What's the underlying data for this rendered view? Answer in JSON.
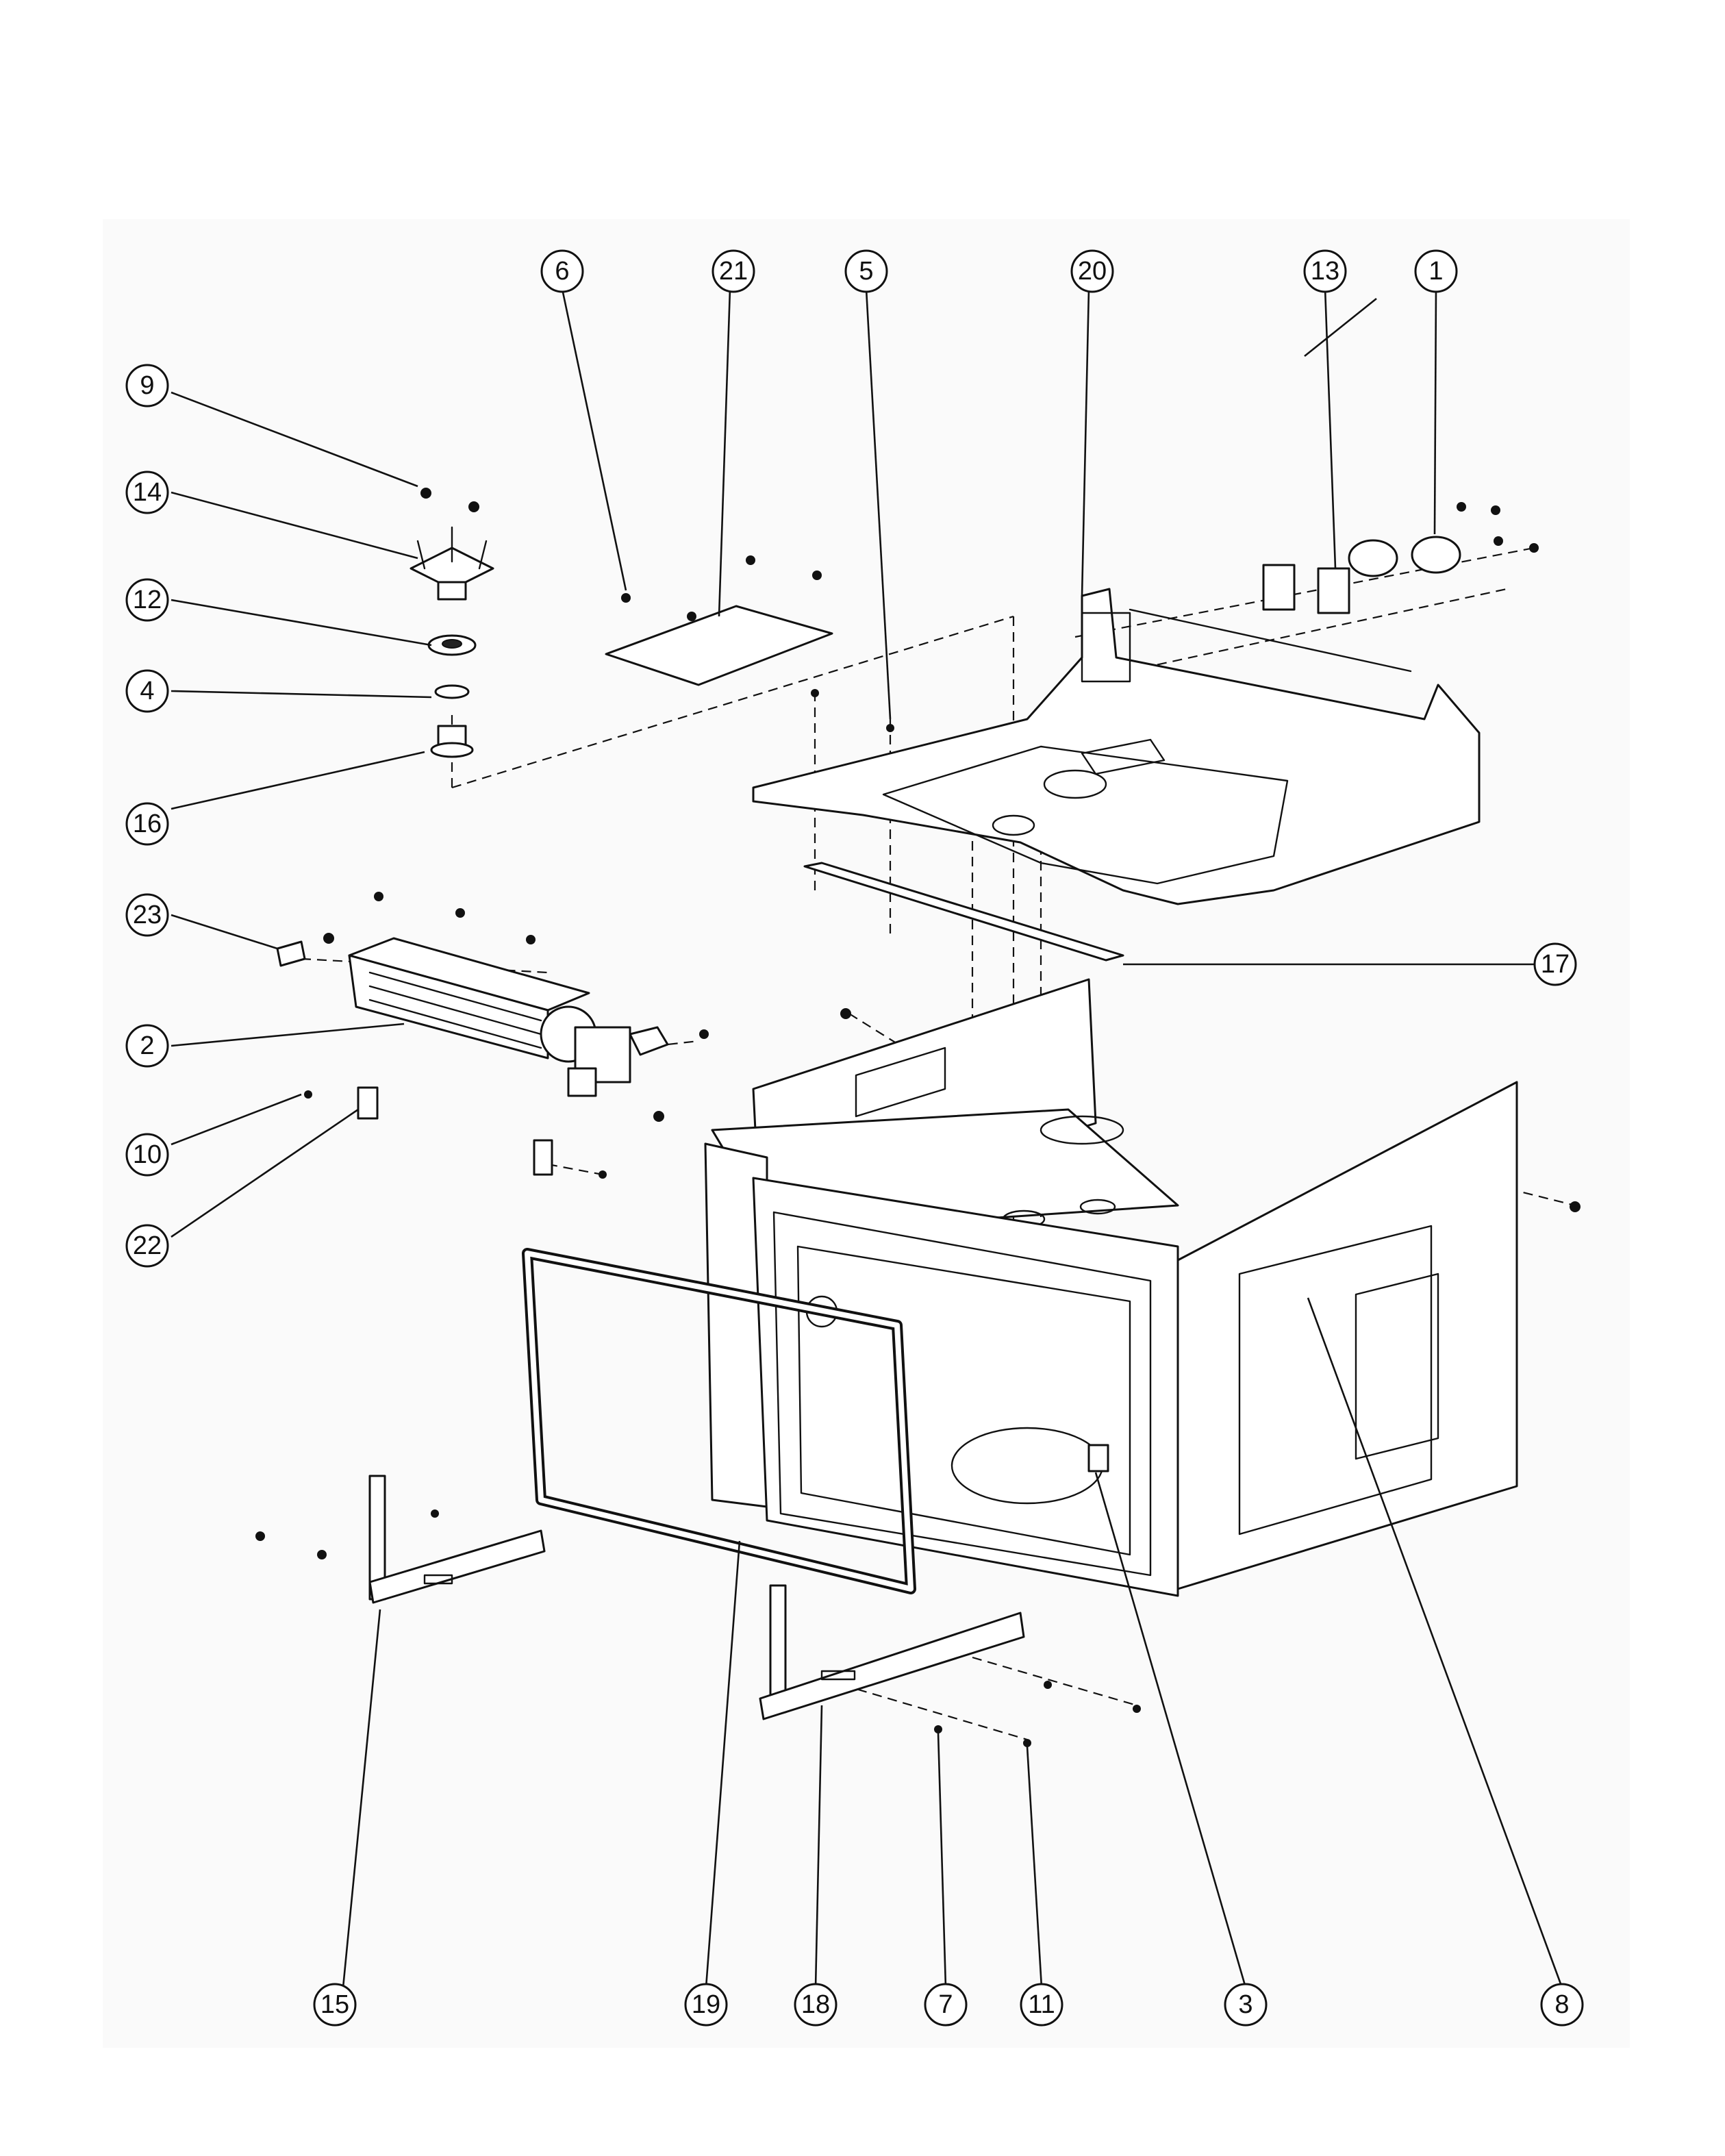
{
  "diagram": {
    "callouts": [
      {
        "id": "c1",
        "label": "1"
      },
      {
        "id": "c2",
        "label": "2"
      },
      {
        "id": "c3",
        "label": "3"
      },
      {
        "id": "c4",
        "label": "4"
      },
      {
        "id": "c5",
        "label": "5"
      },
      {
        "id": "c6",
        "label": "6"
      },
      {
        "id": "c7",
        "label": "7"
      },
      {
        "id": "c8",
        "label": "8"
      },
      {
        "id": "c9",
        "label": "9"
      },
      {
        "id": "c10",
        "label": "10"
      },
      {
        "id": "c11",
        "label": "11"
      },
      {
        "id": "c12",
        "label": "12"
      },
      {
        "id": "c13",
        "label": "13"
      },
      {
        "id": "c14",
        "label": "14"
      },
      {
        "id": "c15",
        "label": "15"
      },
      {
        "id": "c16",
        "label": "16"
      },
      {
        "id": "c17",
        "label": "17"
      },
      {
        "id": "c18",
        "label": "18"
      },
      {
        "id": "c19",
        "label": "19"
      },
      {
        "id": "c20",
        "label": "20"
      },
      {
        "id": "c21",
        "label": "21"
      },
      {
        "id": "c22",
        "label": "22"
      },
      {
        "id": "c23",
        "label": "23"
      }
    ]
  }
}
